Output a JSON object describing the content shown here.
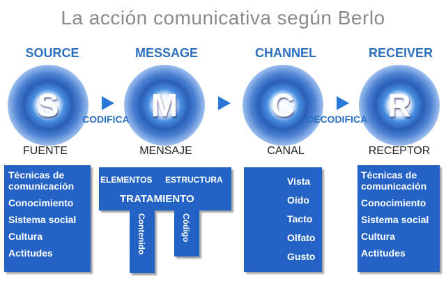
{
  "title": "La acción comunicativa según Berlo",
  "stages": [
    {
      "english": "SOURCE",
      "letter": "S",
      "spanish": "FUENTE"
    },
    {
      "english": "MESSAGE",
      "letter": "M",
      "spanish": "MENSAJE"
    },
    {
      "english": "CHANNEL",
      "letter": "C",
      "spanish": "CANAL"
    },
    {
      "english": "RECEIVER",
      "letter": "R",
      "spanish": "RECEPTOR"
    }
  ],
  "verbs": {
    "encode": "CODIFICA",
    "decode": "DECODIFICA"
  },
  "source_items": [
    "Técnicas de comunicación",
    "Conocimiento",
    "Sistema social",
    "Cultura",
    "Actitudes"
  ],
  "message": {
    "elementos": "ELEMENTOS",
    "estructura": "ESTRUCTURA",
    "tratamiento": "TRATAMIENTO",
    "contenido": "Contenido",
    "codigo": "Código"
  },
  "channel_items": [
    "Vista",
    "Oído",
    "Tacto",
    "Olfato",
    "Gusto"
  ],
  "receiver_items": [
    "Técnicas de comunicación",
    "Conocimiento",
    "Sistema social",
    "Cultura",
    "Actitudes"
  ],
  "colors": {
    "accent": "#2a6fc0",
    "panel": "#2463c6",
    "title": "#8a8a8a"
  }
}
